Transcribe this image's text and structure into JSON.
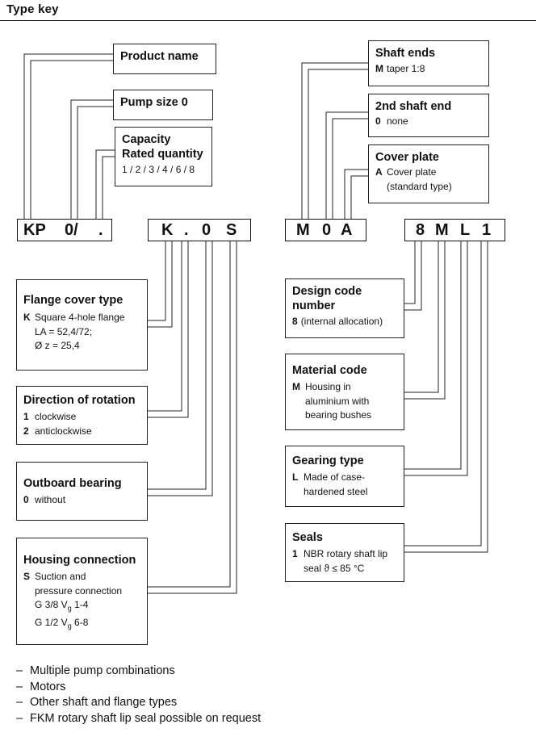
{
  "header": {
    "title": "Type key"
  },
  "code_left": {
    "chars": [
      "KP",
      "0/",
      ".",
      "K",
      ".",
      "0",
      "S"
    ]
  },
  "code_right": {
    "chars": [
      "M",
      "0",
      "A",
      "8",
      "M",
      "L",
      "1"
    ]
  },
  "boxes": {
    "product_name": {
      "title": "Product name"
    },
    "pump_size": {
      "title": "Pump size 0"
    },
    "capacity": {
      "title1": "Capacity",
      "title2": "Rated quantity",
      "values": "1 / 2 / 3 / 4 / 6 / 8"
    },
    "flange": {
      "title": "Flange cover type",
      "code": "K",
      "line1": "Square 4-hole flange",
      "line2": "LA = 52,4/72;",
      "line3": "Ø z = 25,4"
    },
    "rotation": {
      "title": "Direction of rotation",
      "opt1_code": "1",
      "opt1_text": "clockwise",
      "opt2_code": "2",
      "opt2_text": "anticlockwise"
    },
    "bearing": {
      "title": "Outboard bearing",
      "code": "0",
      "text": "without"
    },
    "housing": {
      "title": "Housing connection",
      "code": "S",
      "line1": "Suction and",
      "line2": "pressure connection",
      "line3_a": "G 3/8 V",
      "line3_sub": "g",
      "line3_b": " 1-4",
      "line4_a": "G 1/2 V",
      "line4_sub": "g",
      "line4_b": " 6-8"
    },
    "shaft_ends": {
      "title": "Shaft ends",
      "code": "M",
      "text": "taper 1:8"
    },
    "shaft2": {
      "title": "2nd shaft end",
      "code": "0",
      "text": "none"
    },
    "cover": {
      "title": "Cover plate",
      "code": "A",
      "line1": "Cover plate",
      "line2": "(standard type)"
    },
    "design": {
      "title1": "Design code",
      "title2": "number",
      "code": "8",
      "text": "(internal allocation)"
    },
    "material": {
      "title": "Material code",
      "code": "M",
      "line1": "Housing in",
      "line2": "aluminium with",
      "line3": "bearing bushes"
    },
    "gearing": {
      "title": "Gearing type",
      "code": "L",
      "line1": "Made of case-",
      "line2": "hardened steel"
    },
    "seals": {
      "title": "Seals",
      "code": "1",
      "line1": "NBR rotary shaft lip",
      "line2": "seal ϑ ≤  85 °C"
    }
  },
  "notes": [
    "Multiple pump combinations",
    "Motors",
    "Other shaft and flange types",
    "FKM rotary shaft lip seal possible on request"
  ]
}
